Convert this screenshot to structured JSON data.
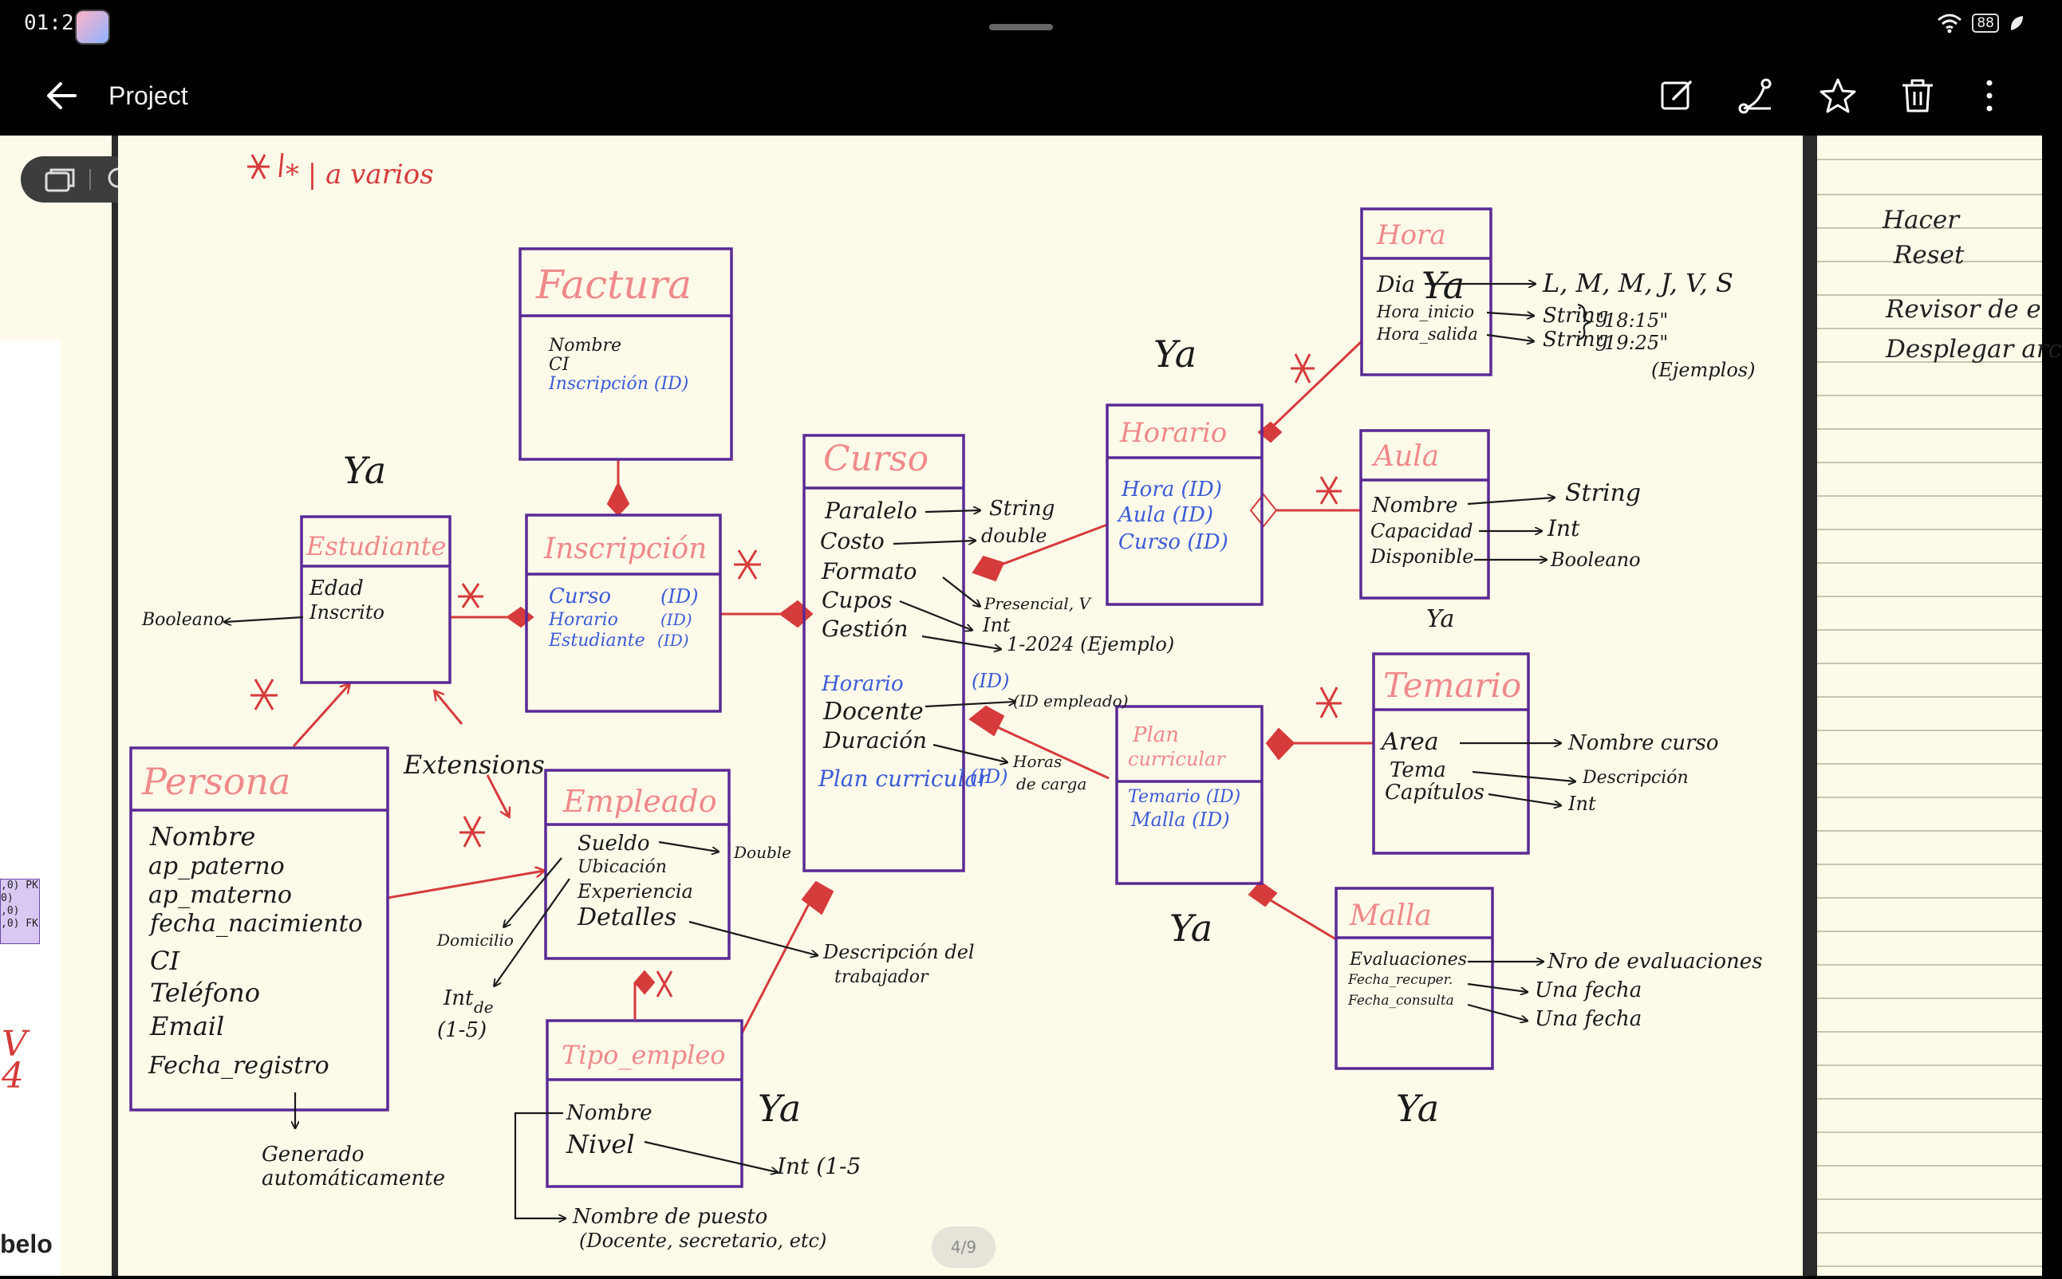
{
  "status_bar": {
    "time": "01:25",
    "battery": "88"
  },
  "toolbar": {
    "title": "Project"
  },
  "page_indicator": "4/9",
  "side_notes": [
    "Hacer",
    "Reset",
    "Revisor de e",
    "Desplegar arc"
  ],
  "prev_page": {
    "table_rows": [
      ",0) PK",
      "0)",
      ",0)",
      ",0) FK"
    ],
    "tail_text": "belo",
    "red_mark": "V\n4"
  },
  "legend": "* | a varios",
  "entities": {
    "factura": {
      "title": "Factura",
      "attrs": [
        "Nombre",
        "CI",
        "Inscripción (ID)"
      ]
    },
    "estudiante": {
      "title": "Estudiante",
      "attrs": [
        "Edad",
        "Inscrito"
      ]
    },
    "inscripcion": {
      "title": "Inscripción",
      "attrs": [
        "Curso",
        "Horario",
        "Estudiante"
      ],
      "ids": [
        "(ID)",
        "(ID)",
        "(ID)"
      ]
    },
    "curso": {
      "title": "Curso",
      "attrs": [
        "Paralelo",
        "Costo",
        "Formato",
        "Cupos",
        "Gestión",
        "Horario",
        "Docente",
        "Duración",
        "Plan curricular"
      ],
      "ids": [
        "(ID)",
        "(ID)"
      ]
    },
    "horario": {
      "title": "Horario",
      "attrs": [
        "Hora (ID)",
        "Aula (ID)",
        "Curso (ID)"
      ]
    },
    "hora": {
      "title": "Hora",
      "attrs": [
        "Dia",
        "Hora_inicio",
        "Hora_salida"
      ]
    },
    "aula": {
      "title": "Aula",
      "attrs": [
        "Nombre",
        "Capacidad",
        "Disponible"
      ]
    },
    "temario": {
      "title": "Temario",
      "attrs": [
        "Area",
        "Tema",
        "Capítulos"
      ]
    },
    "plan": {
      "title_1": "Plan",
      "title_2": "curricular",
      "attrs": [
        "Temario (ID)",
        "Malla (ID)"
      ]
    },
    "malla": {
      "title": "Malla",
      "attrs": [
        "Evaluaciones",
        "Fecha_recuper.",
        "Fecha_consulta"
      ]
    },
    "persona": {
      "title": "Persona",
      "attrs": [
        "Nombre",
        "ap_paterno",
        "ap_materno",
        "fecha_nacimiento",
        "CI",
        "Teléfono",
        "Email",
        "Fecha_registro"
      ]
    },
    "empleado": {
      "title": "Empleado",
      "attrs": [
        "Sueldo",
        "Ubicación",
        "Experiencia",
        "Detalles"
      ]
    },
    "tipo_empleo": {
      "title": "Tipo_empleo",
      "attrs": [
        "Nombre",
        "Nivel"
      ]
    }
  },
  "annotations": {
    "ya": "Ya",
    "booleano_left": "Booleano",
    "curso_types": [
      "String",
      "double",
      "Presencial, V",
      "Int",
      "1-2024 (Ejemplo)",
      "(ID empleado)",
      "Horas",
      "de carga"
    ],
    "hora_types": [
      "L, M, M, J, V, S",
      "String",
      "String",
      "\"18:15\"",
      "\"19:25\"",
      "(Ejemplos)"
    ],
    "aula_types": [
      "String",
      "Int",
      "Booleano"
    ],
    "temario_types": [
      "Nombre curso",
      "Descripción",
      "Int"
    ],
    "malla_types": [
      "Nro de evaluaciones",
      "Una fecha",
      "Una fecha"
    ],
    "empleado_types": [
      "Double",
      "Domicilio",
      "Int",
      "de",
      "(1-5)",
      "Descripción del",
      "trabajador"
    ],
    "tipo_types": [
      "Int (1-5",
      "Nombre de puesto",
      "(Docente, secretario, etc)"
    ],
    "persona_note": [
      "Generado",
      "automáticamente"
    ],
    "extensions": "Extensions"
  }
}
